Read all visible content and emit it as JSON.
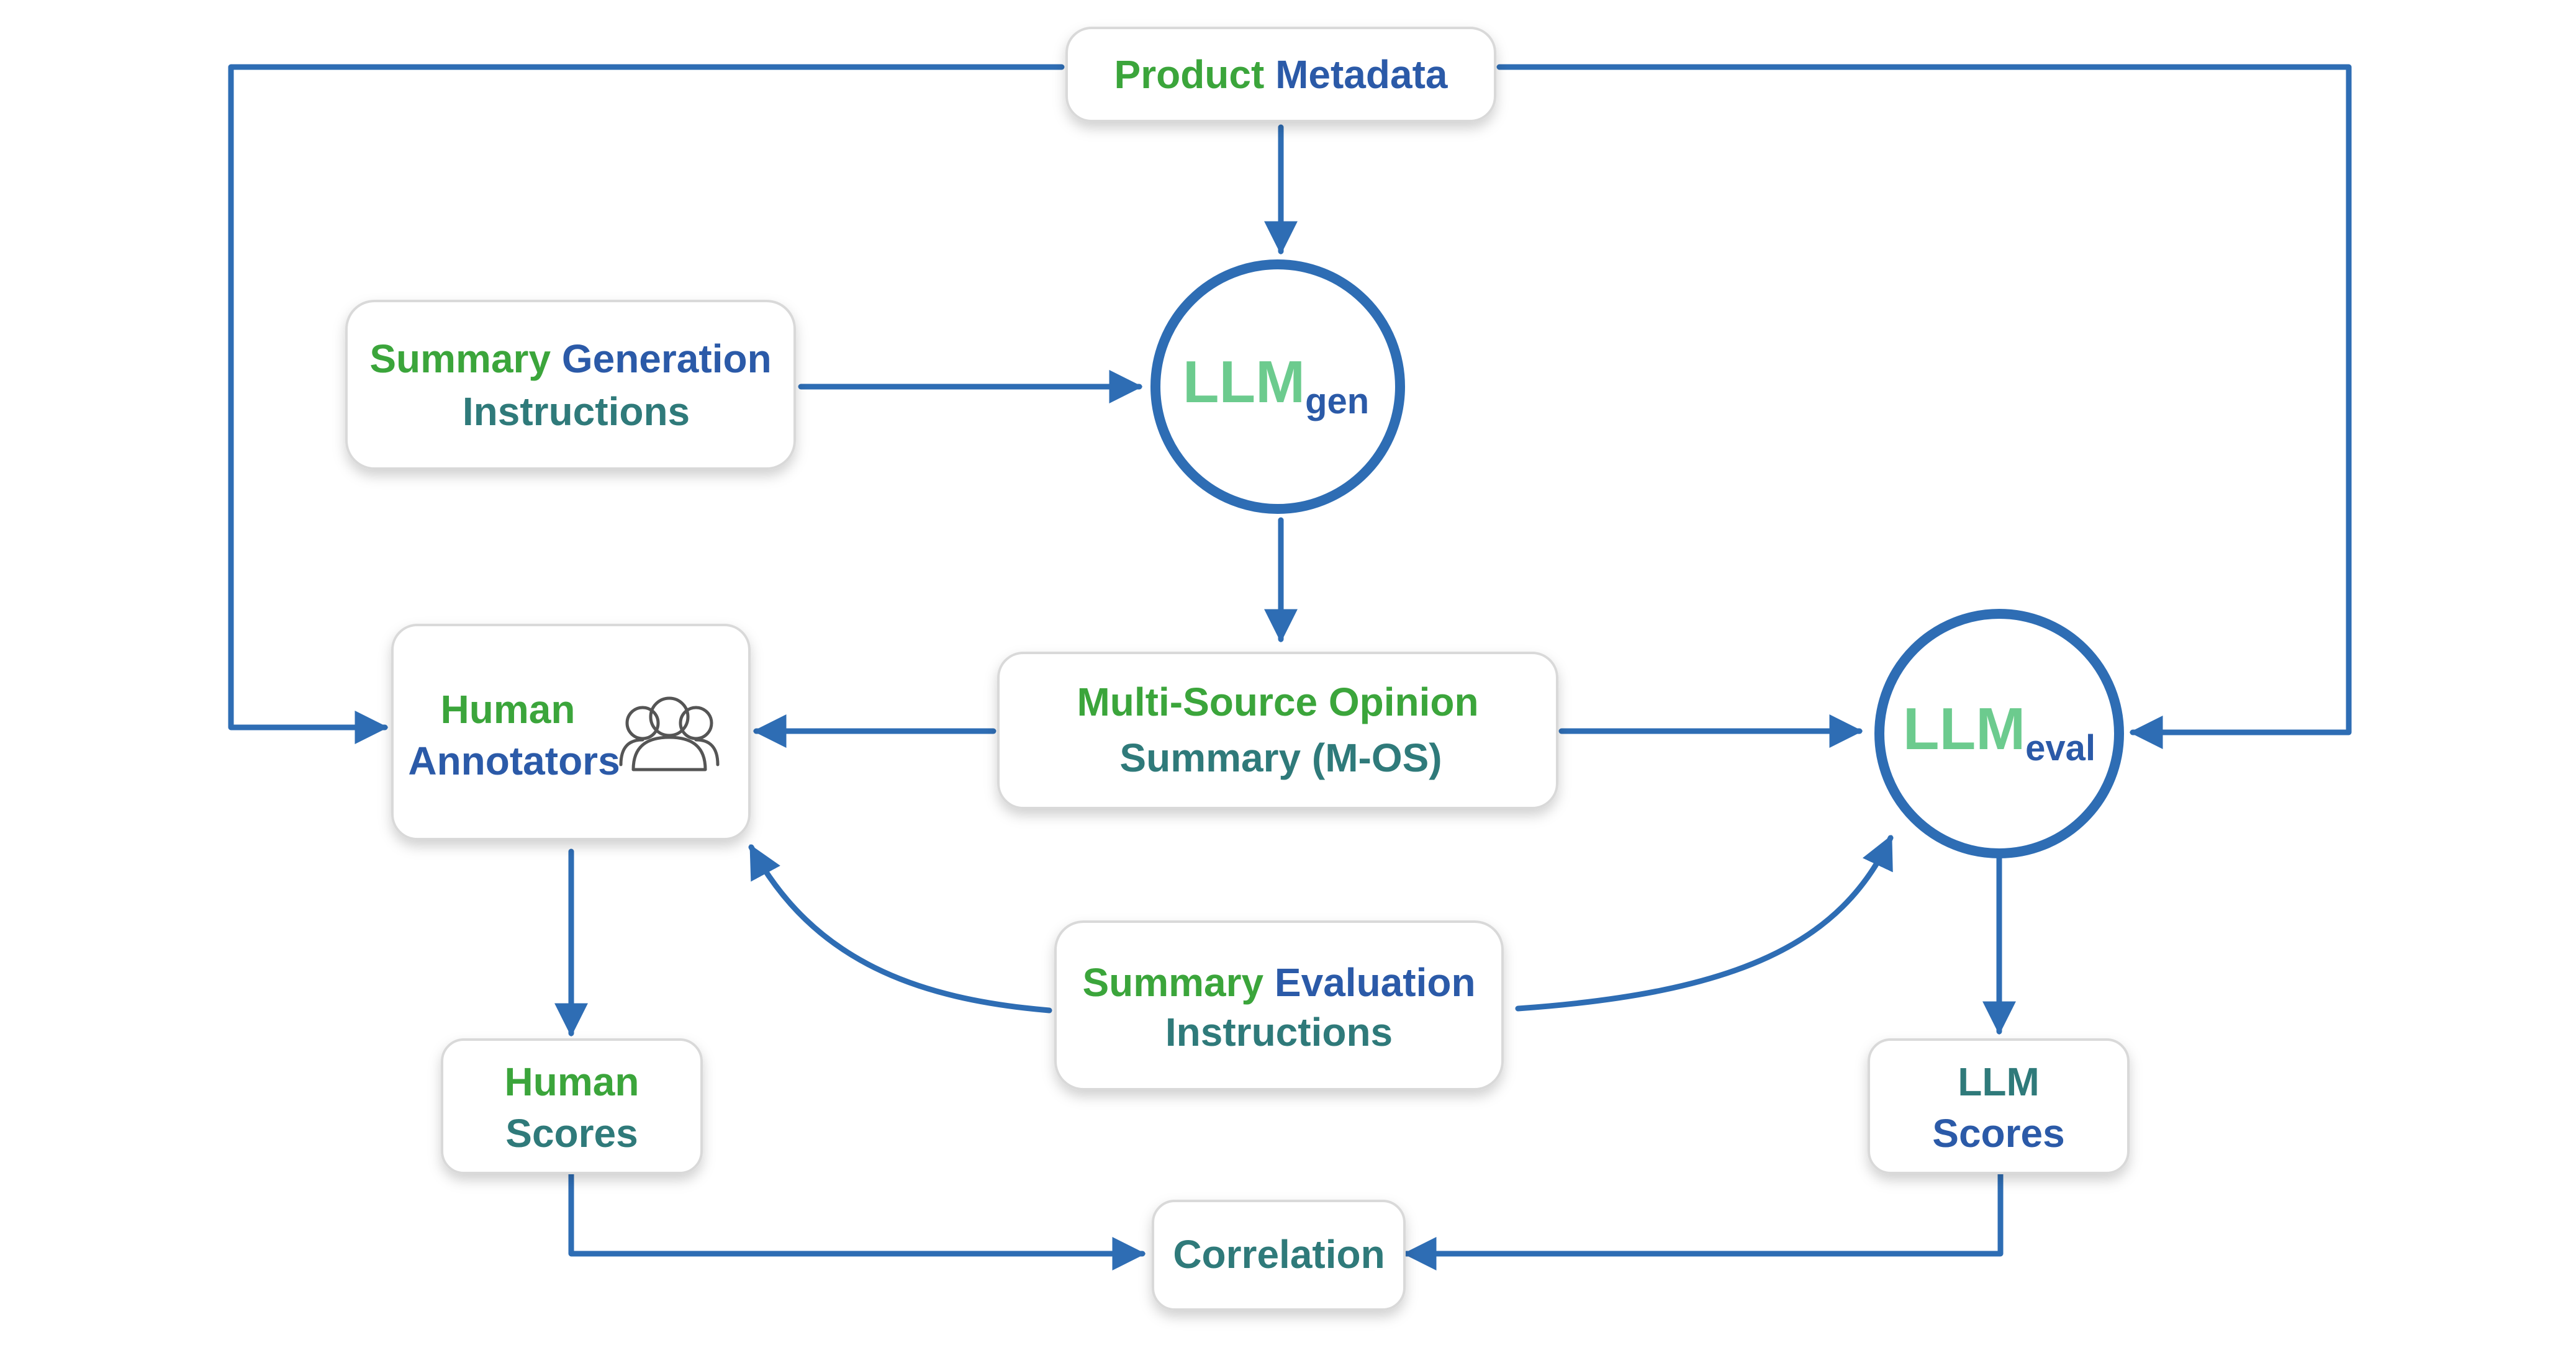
{
  "colors": {
    "arrow": "#2E6DB4",
    "circle": "#2E6DB4",
    "box_border": "#D9D9D9",
    "text_green": "#3BA53B",
    "text_blue": "#2B5AA8",
    "text_teal": "#2F7A7A",
    "llm_green": "#6CCB8E"
  },
  "nodes": {
    "product_metadata": {
      "line1": [
        "Product",
        "Metadata"
      ]
    },
    "summary_generation_instructions": {
      "line1": [
        "Summary",
        "Generation"
      ],
      "line2": "Instructions"
    },
    "llm_gen": {
      "main": "LLM",
      "sub": "gen"
    },
    "human_annotators": {
      "line1": "Human",
      "line2": "Annotators",
      "icon": "people-icon"
    },
    "multi_source_opinion_summary": {
      "line1": "Multi-Source Opinion",
      "line2": "Summary (M-OS)"
    },
    "llm_eval": {
      "main": "LLM",
      "sub": "eval"
    },
    "summary_evaluation_instructions": {
      "line1": [
        "Summary",
        "Evaluation"
      ],
      "line2": "Instructions"
    },
    "human_scores": {
      "line1": "Human",
      "line2": "Scores"
    },
    "llm_scores": {
      "line1": "LLM",
      "line2": "Scores"
    },
    "correlation": {
      "line1": "Correlation"
    }
  }
}
